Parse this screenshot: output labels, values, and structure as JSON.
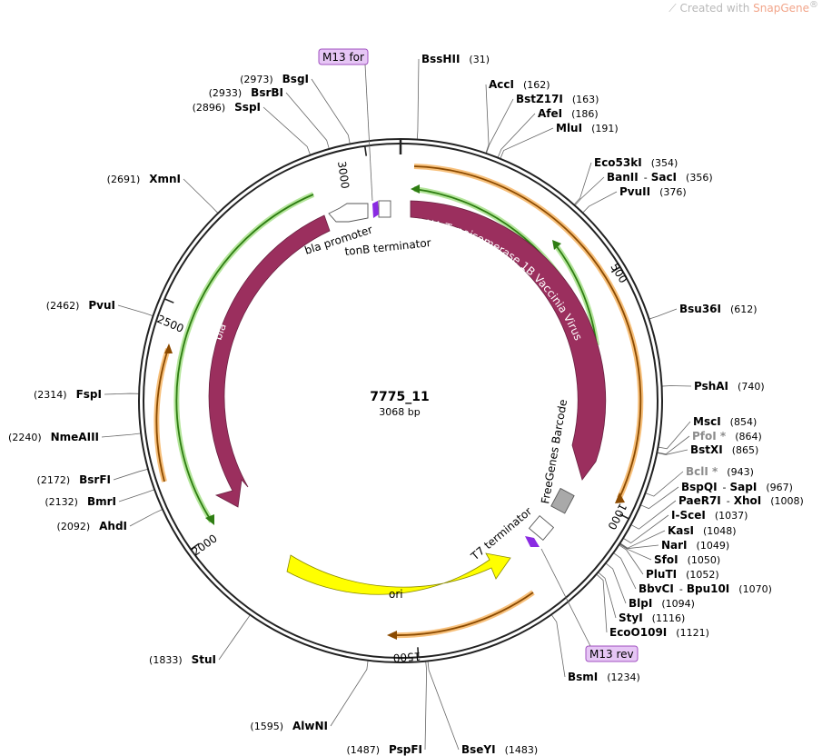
{
  "watermark": {
    "prefix": "Created with",
    "brand": "SnapGene",
    "mark": "®"
  },
  "plasmid": {
    "name": "7775_11",
    "length_label": "3068 bp",
    "length_bp": 3068
  },
  "primers": [
    {
      "id": "m13for",
      "label": "M13 for",
      "bp": 3006
    },
    {
      "id": "m13rev",
      "label": "M13 rev",
      "bp": 1262
    }
  ],
  "sites": [
    {
      "name": "BssHII",
      "pos": "(31)",
      "bp": 31,
      "side": "r"
    },
    {
      "name": "AccI",
      "pos": "(162)",
      "bp": 162,
      "side": "r"
    },
    {
      "name": "BstZ17I",
      "pos": "(163)",
      "bp": 163,
      "side": "r"
    },
    {
      "name": "AfeI",
      "pos": "(186)",
      "bp": 186,
      "side": "r"
    },
    {
      "name": "MluI",
      "pos": "(191)",
      "bp": 191,
      "side": "r"
    },
    {
      "name": "Eco53kI",
      "pos": "(354)",
      "bp": 354,
      "side": "r"
    },
    {
      "name": "BanII",
      "name2": "SacI",
      "pos": "(356)",
      "bp": 356,
      "side": "r"
    },
    {
      "name": "PvuII",
      "pos": "(376)",
      "bp": 376,
      "side": "r"
    },
    {
      "name": "Bsu36I",
      "pos": "(612)",
      "bp": 612,
      "side": "r"
    },
    {
      "name": "PshAI",
      "pos": "(740)",
      "bp": 740,
      "side": "r"
    },
    {
      "name": "MscI",
      "pos": "(854)",
      "bp": 854,
      "side": "r"
    },
    {
      "name": "PfoI *",
      "pos": "(864)",
      "bp": 864,
      "side": "r",
      "gray": true
    },
    {
      "name": "BstXI",
      "pos": "(865)",
      "bp": 865,
      "side": "r"
    },
    {
      "name": "BclI *",
      "pos": "(943)",
      "bp": 943,
      "side": "r",
      "gray": true
    },
    {
      "name": "BspQI",
      "name2": "SapI",
      "pos": "(967)",
      "bp": 967,
      "side": "r"
    },
    {
      "name": "PaeR7I",
      "name2": "XhoI",
      "pos": "(1008)",
      "bp": 1008,
      "side": "r"
    },
    {
      "name": "I-SceI",
      "pos": "(1037)",
      "bp": 1037,
      "side": "r"
    },
    {
      "name": "KasI",
      "pos": "(1048)",
      "bp": 1048,
      "side": "r"
    },
    {
      "name": "NarI",
      "pos": "(1049)",
      "bp": 1049,
      "side": "r"
    },
    {
      "name": "SfoI",
      "pos": "(1050)",
      "bp": 1050,
      "side": "r"
    },
    {
      "name": "PluTI",
      "pos": "(1052)",
      "bp": 1052,
      "side": "r"
    },
    {
      "name": "BbvCI",
      "name2": "Bpu10I",
      "pos": "(1070)",
      "bp": 1070,
      "side": "r"
    },
    {
      "name": "BlpI",
      "pos": "(1094)",
      "bp": 1094,
      "side": "r"
    },
    {
      "name": "StyI",
      "pos": "(1116)",
      "bp": 1116,
      "side": "r"
    },
    {
      "name": "EcoO109I",
      "pos": "(1121)",
      "bp": 1121,
      "side": "r"
    },
    {
      "name": "BsmI",
      "pos": "(1234)",
      "bp": 1234,
      "side": "r"
    },
    {
      "name": "BseYI",
      "pos": "(1483)",
      "bp": 1483,
      "side": "r"
    },
    {
      "name": "PspFI",
      "pos": "(1487)",
      "bp": 1487,
      "side": "l"
    },
    {
      "name": "AlwNI",
      "pos": "(1595)",
      "bp": 1595,
      "side": "l"
    },
    {
      "name": "StuI",
      "pos": "(1833)",
      "bp": 1833,
      "side": "l"
    },
    {
      "name": "AhdI",
      "pos": "(2092)",
      "bp": 2092,
      "side": "l"
    },
    {
      "name": "BmrI",
      "pos": "(2132)",
      "bp": 2132,
      "side": "l"
    },
    {
      "name": "BsrFI",
      "pos": "(2172)",
      "bp": 2172,
      "side": "l"
    },
    {
      "name": "NmeAIII",
      "pos": "(2240)",
      "bp": 2240,
      "side": "l"
    },
    {
      "name": "FspI",
      "pos": "(2314)",
      "bp": 2314,
      "side": "l"
    },
    {
      "name": "PvuI",
      "pos": "(2462)",
      "bp": 2462,
      "side": "l"
    },
    {
      "name": "XmnI",
      "pos": "(2691)",
      "bp": 2691,
      "side": "l"
    },
    {
      "name": "SspI",
      "pos": "(2896)",
      "bp": 2896,
      "side": "l"
    },
    {
      "name": "BsrBI",
      "pos": "(2933)",
      "bp": 2933,
      "side": "l"
    },
    {
      "name": "BsgI",
      "pos": "(2973)",
      "bp": 2973,
      "side": "l"
    }
  ],
  "ticks": [
    "500",
    "1000",
    "1500",
    "2000",
    "2500",
    "3000"
  ],
  "features": {
    "topo": "DNA Topoisomerase 1B Vaccinia Virus",
    "bla": "bla",
    "bla_promoter": "bla promoter",
    "tonb": "tonB terminator",
    "freegenes": "FreeGenes Barcode",
    "t7": "T7 terminator",
    "ori": "ori"
  },
  "colors": {
    "backbone": "#222222",
    "cds": "#9b2f5e",
    "ori": "#ffff00",
    "orange_arrow": "#b36b00",
    "green_arrow": "#2e8b1a",
    "primer_fill": "#e6c6f5",
    "primer_stroke": "#a050c0",
    "terminator": "#8a2be2",
    "barcode": "#a9a9a9"
  }
}
